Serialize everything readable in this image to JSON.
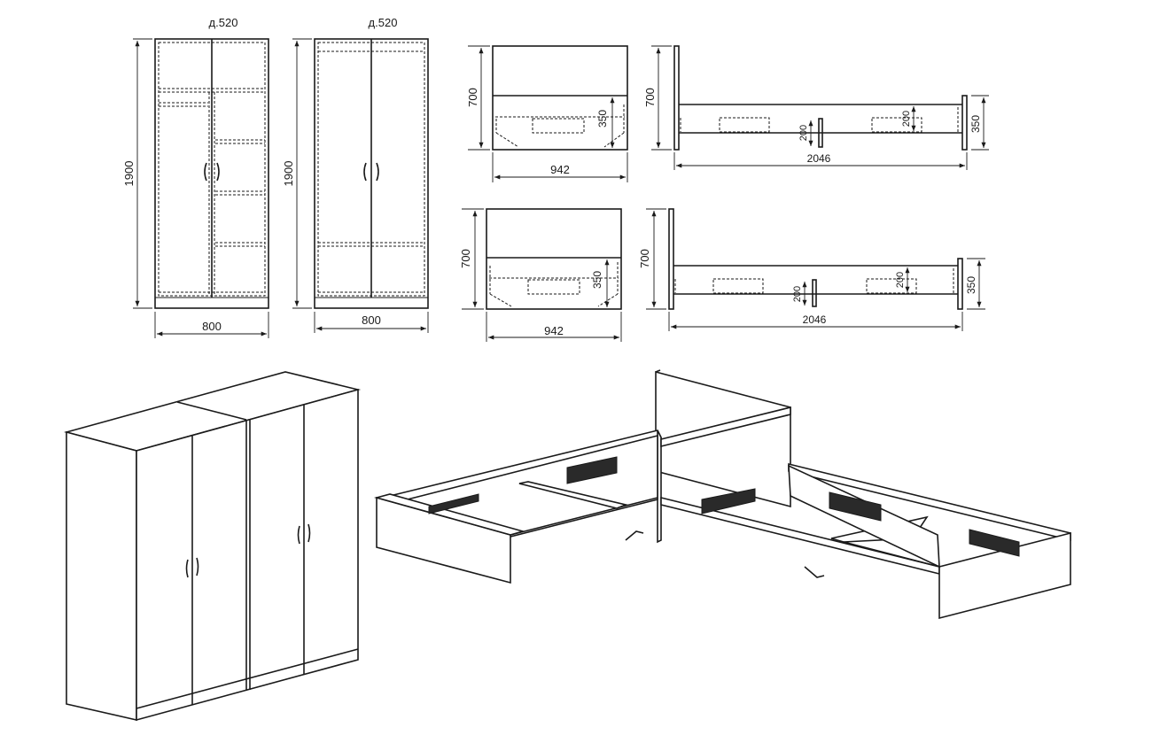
{
  "dimensions": {
    "wardrobe_1": {
      "depth": "д.520",
      "height": "1900",
      "width": "800"
    },
    "wardrobe_2": {
      "depth": "д.520",
      "height": "1900",
      "width": "800"
    },
    "bed_front_1": {
      "height": "700",
      "drawer": "350",
      "width": "942"
    },
    "bed_side_1": {
      "height": "700",
      "leg": "200",
      "rail": "200",
      "foot": "350",
      "length": "2046"
    },
    "bed_front_2": {
      "height": "700",
      "drawer": "350",
      "width": "942"
    },
    "bed_side_2": {
      "height": "700",
      "leg": "200",
      "rail": "200",
      "foot": "350",
      "length": "2046"
    }
  },
  "colors": {
    "line": "#1a1a1a",
    "background": "#ffffff"
  }
}
